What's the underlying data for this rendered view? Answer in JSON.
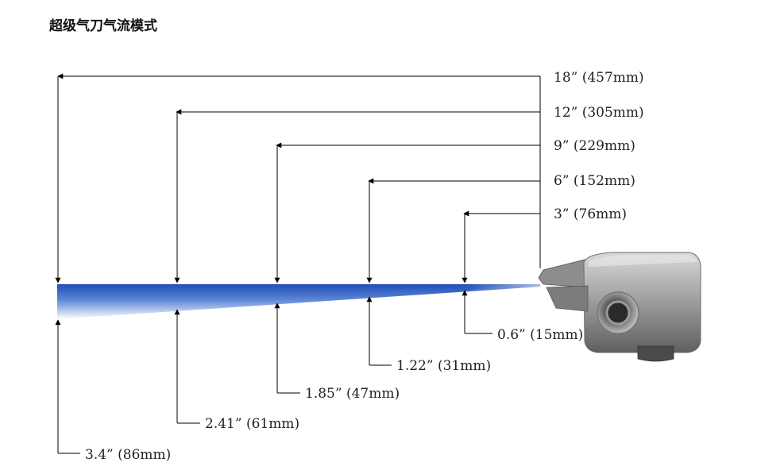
{
  "title": "超级气刀气流模式",
  "distance_labels": [
    "18” (457mm)",
    "12” (305mm)",
    "9” (229mm)",
    "6” (152mm)",
    "3” (76mm)"
  ],
  "width_labels": [
    "0.6” (15mm)",
    "1.22” (31mm)",
    "1.85” (47mm)",
    "2.41” (61mm)",
    "3.4” (86mm)"
  ],
  "colors": {
    "airflow": "#1f4fb8",
    "line": "#000000",
    "device": "#9a9a9a"
  }
}
